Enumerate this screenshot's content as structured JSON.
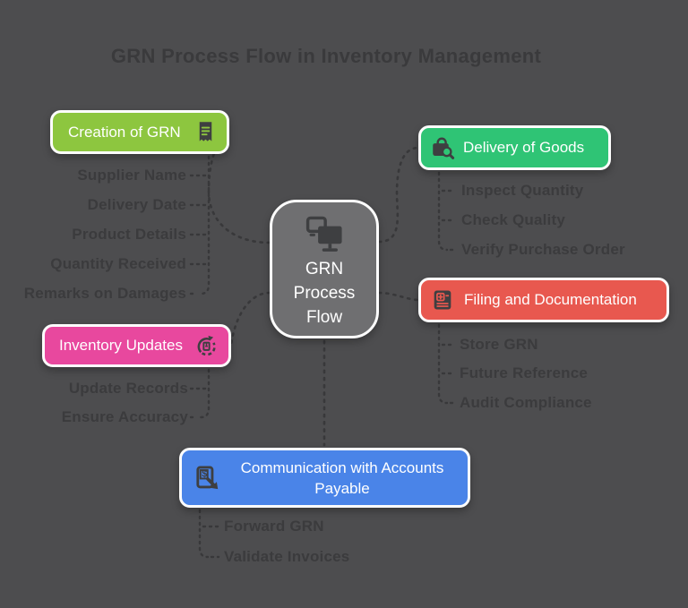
{
  "title": "GRN Process Flow in Inventory Management",
  "center": {
    "lines": [
      "GRN",
      "Process",
      "Flow"
    ],
    "color": "#6f6f71",
    "icon": "dual-monitor-icon"
  },
  "branches": [
    {
      "label": "Creation of GRN",
      "color": "#8dc63f",
      "icon": "receipt-icon",
      "items": [
        "Supplier Name",
        "Delivery Date",
        "Product Details",
        "Quantity Received",
        "Remarks on Damages"
      ]
    },
    {
      "label": "Delivery of Goods",
      "color": "#2fc475",
      "icon": "bag-search-icon",
      "items": [
        "Inspect Quantity",
        "Check Quality",
        "Verify Purchase Order"
      ]
    },
    {
      "label": "Filing and Documentation",
      "color": "#e8584f",
      "icon": "medical-report-icon",
      "items": [
        "Store GRN",
        "Future Reference",
        "Audit Compliance"
      ]
    },
    {
      "label": "Inventory Updates",
      "color": "#e8489e",
      "icon": "cycle-refresh-icon",
      "items": [
        "Update Records",
        "Ensure Accuracy"
      ]
    },
    {
      "label": "Communication with Accounts Payable",
      "color": "#4a84e8",
      "icon": "invoice-transfer-icon",
      "items": [
        "Forward GRN",
        "Validate Invoices"
      ]
    }
  ],
  "palette": {
    "background": "#4d4d4f",
    "title_text": "#3a3a3c",
    "muted_text": "#3b3b3d",
    "connector": "#38383a",
    "icon": "#3e3f41",
    "node_text": "#ffffff",
    "node_border": "#fdfdfd"
  }
}
